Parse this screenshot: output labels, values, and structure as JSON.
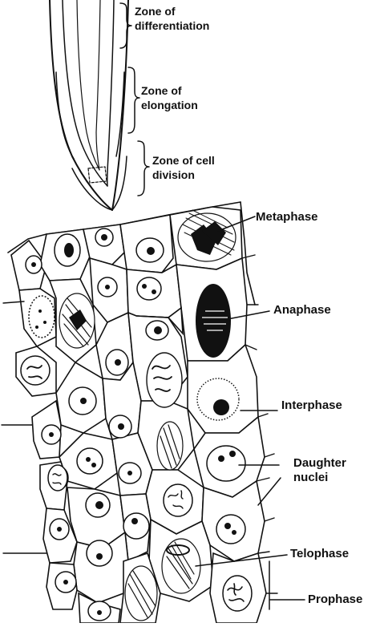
{
  "root_tip": {
    "zone_differentiation": [
      "Zone of",
      "differentiation"
    ],
    "zone_elongation": [
      "Zone of",
      "elongation"
    ],
    "zone_cell_division": [
      "Zone of cell",
      "division"
    ]
  },
  "phases": {
    "metaphase": "Metaphase",
    "anaphase": "Anaphase",
    "interphase": "Interphase",
    "daughter_nuclei": [
      "Daughter",
      "nuclei"
    ],
    "telophase": "Telophase",
    "prophase": "Prophase"
  }
}
